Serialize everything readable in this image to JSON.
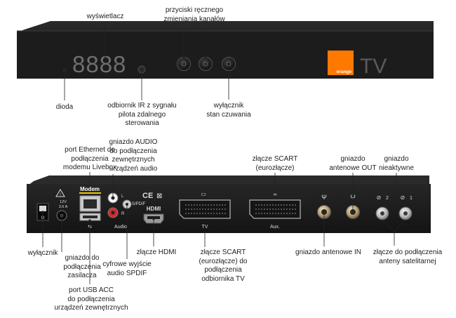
{
  "front_panel": {
    "display_digits": "8888",
    "brand_logo_text": "orange",
    "tv_text": "TV"
  },
  "rear_panel": {
    "modem_label": "Modem",
    "power_rating_1": "12V",
    "power_rating_2": "3.6 A",
    "audio_l": "L",
    "audio_r": "R",
    "audio_label": "Audio",
    "spdif_label": "S/PDIF",
    "hdmi_label": "HDMI",
    "ce_mark": "CE",
    "scart_tv_label": "TV",
    "scart_aux_label": "Aux.",
    "sat1_label": "1",
    "sat2_label": "2"
  },
  "callouts": {
    "display": [
      "wyświetlacz"
    ],
    "channel_buttons": [
      "przyciski ręcznego",
      "zmieniania kanałów"
    ],
    "diode": [
      "dioda"
    ],
    "ir_receiver": [
      "odbiornik IR z sygnału",
      "pilota zdalnego",
      "sterowania"
    ],
    "standby": [
      "wyłącznik",
      "stan czuwania"
    ],
    "ethernet": [
      "port Ethernet do",
      "podłączenia",
      "modemu Livebox"
    ],
    "audio_out": [
      "gniazdo AUDIO",
      "do podłączenia",
      "zewnętrznych",
      "urządzeń audio"
    ],
    "scart_top": [
      "złącze SCART",
      "(eurozłącze)"
    ],
    "antenna_out": [
      "gniazdo",
      "antenowe OUT"
    ],
    "inactive": [
      "gniazdo",
      "nieaktywne"
    ],
    "power_switch": [
      "wyłącznik"
    ],
    "power_socket": [
      "gniazdo do",
      "podłączenia",
      "zasilacza"
    ],
    "usb": [
      "port USB ACC",
      "do podłączenia",
      "urządzeń zewnętrznych"
    ],
    "spdif": [
      "cyfrowe wyjście",
      "audio SPDIF"
    ],
    "hdmi": [
      "złącze HDMI"
    ],
    "scart_bottom": [
      "złącze SCART",
      "(eurozłącze) do",
      "podłączenia",
      "odbiornika TV"
    ],
    "antenna_in": [
      "gniazdo antenowe IN"
    ],
    "satellite": [
      "złącze do podłączenia",
      "anteny satelitarnej"
    ]
  },
  "colors": {
    "device_body": "#1b1b1b",
    "display_digits": "#6f6f72",
    "brand_orange": "#ff7900",
    "modem_underline": "#f3c800",
    "leader_lines": "#222222"
  }
}
